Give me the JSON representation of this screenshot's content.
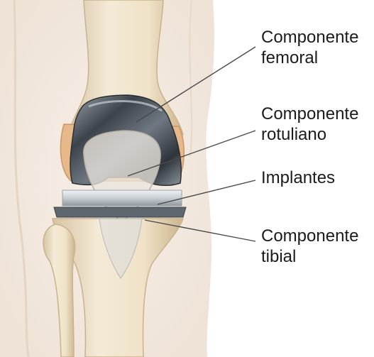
{
  "labels": {
    "femoral": {
      "line1": "Componente",
      "line2": "femoral"
    },
    "rotuliano": {
      "line1": "Componente",
      "line2": "rotuliano"
    },
    "implantes": {
      "line1": "Implantes"
    },
    "tibial": {
      "line1": "Componente",
      "line2": "tibial"
    }
  }
}
